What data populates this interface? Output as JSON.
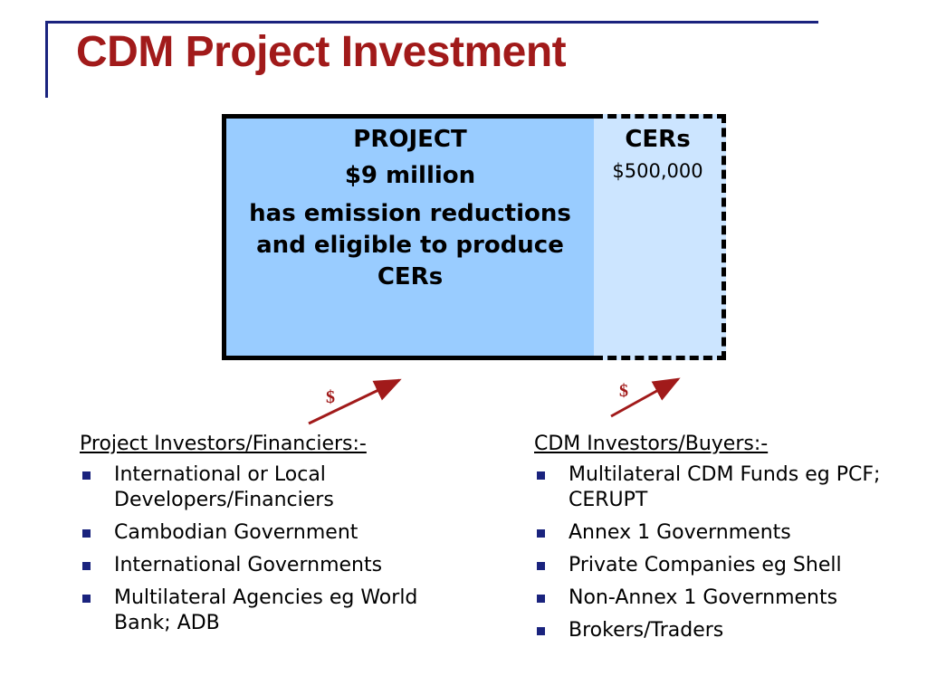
{
  "title": "CDM Project Investment",
  "project_box": {
    "label": "PROJECT",
    "amount": "$9 million",
    "description": "has emission reductions  and eligible to produce CERs"
  },
  "cers_box": {
    "label": "CERs",
    "amount": "$500,000"
  },
  "arrows": {
    "left_label": "$",
    "right_label": "$"
  },
  "left_column": {
    "heading": "Project Investors/Financiers:-",
    "items": [
      "International or Local Developers/Financiers",
      "Cambodian Government",
      "International Governments",
      "Multilateral Agencies eg World Bank; ADB"
    ]
  },
  "right_column": {
    "heading": "CDM Investors/Buyers:-",
    "items": [
      "Multilateral CDM Funds eg PCF; CERUPT",
      "Annex 1 Governments",
      "Private Companies eg Shell",
      "Non-Annex 1 Governments",
      "Brokers/Traders"
    ]
  },
  "colors": {
    "title": "#a11a1a",
    "accent_rule": "#1a237e",
    "project_fill": "#99ccff",
    "cers_fill": "#cce5ff",
    "arrow": "#a11a1a"
  }
}
